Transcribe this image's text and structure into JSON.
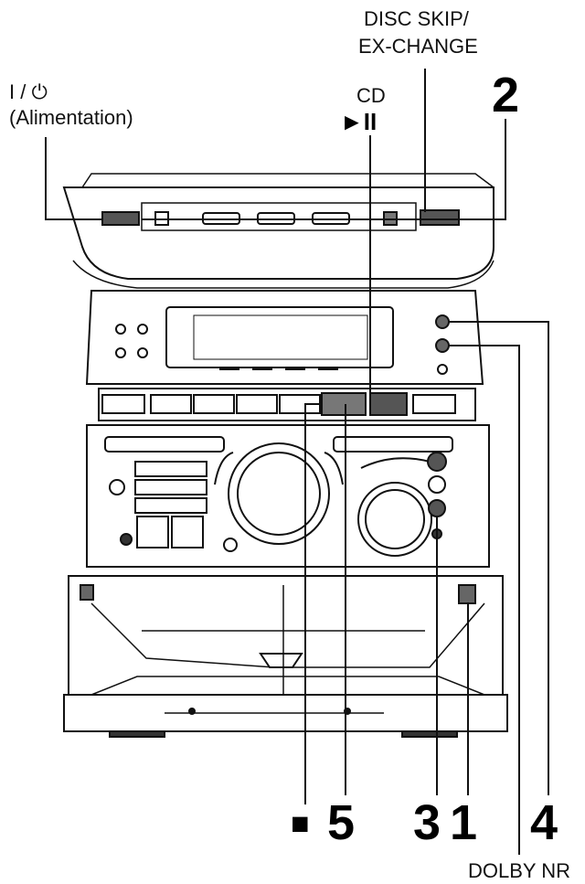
{
  "labels": {
    "power_symbol": "I / ⏻",
    "power_text": "(Alimentation)",
    "cd": "CD",
    "play_pause": "►II",
    "disc_skip_line1": "DISC SKIP/",
    "disc_skip_line2": "EX-CHANGE",
    "stop_symbol": "■",
    "dolby_nr": "DOLBY NR"
  },
  "callouts": {
    "top_right": "2",
    "bottom_1": "5",
    "bottom_2": "3",
    "bottom_3": "1",
    "bottom_4": "4"
  }
}
